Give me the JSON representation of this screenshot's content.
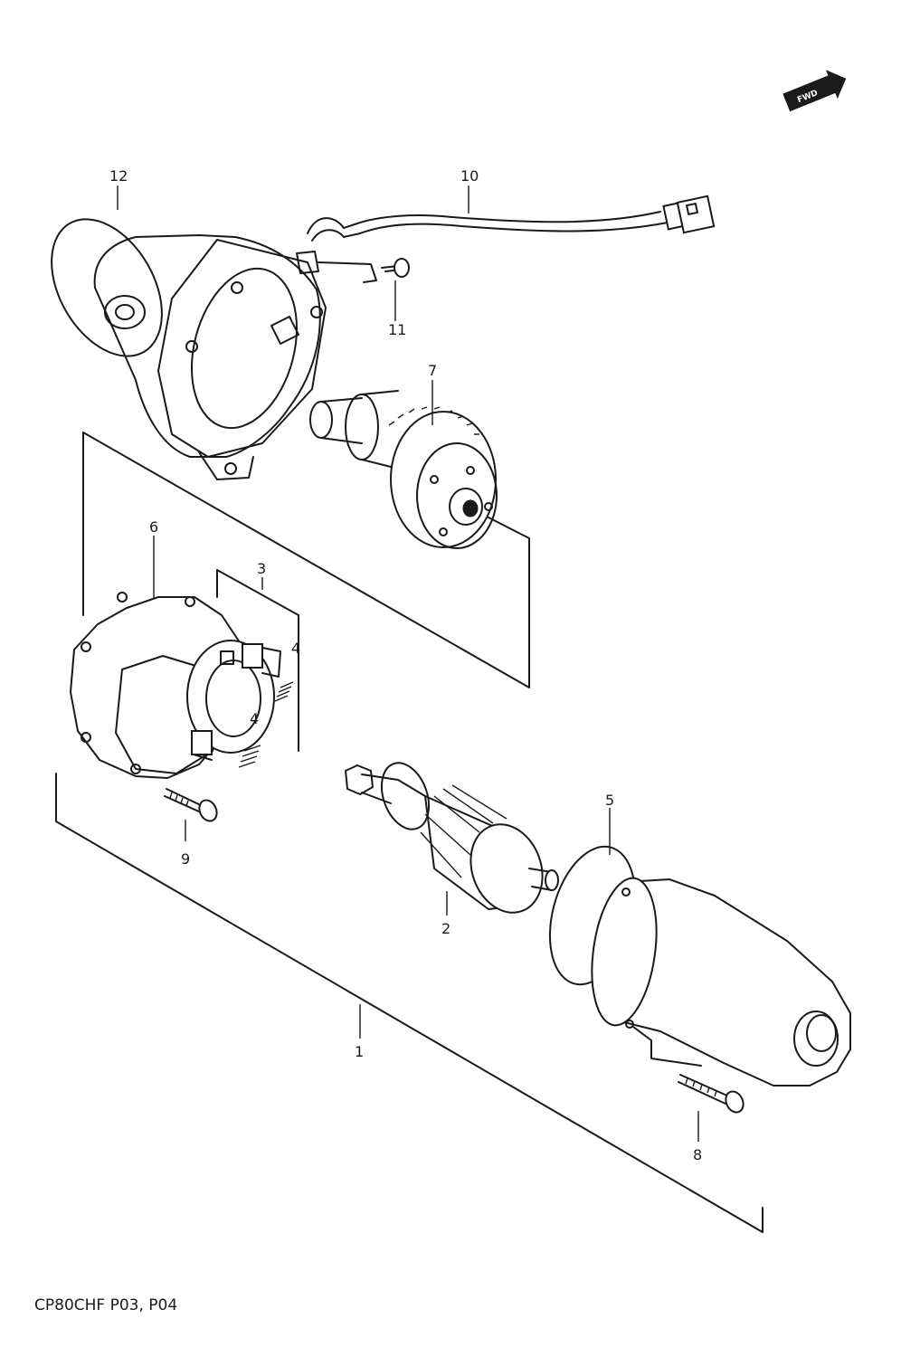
{
  "diagram": {
    "footer_code": "CP80CHF P03, P04",
    "direction_badge": "FWD",
    "callouts": [
      {
        "id": "c1",
        "label": "1"
      },
      {
        "id": "c2",
        "label": "2"
      },
      {
        "id": "c3",
        "label": "3"
      },
      {
        "id": "c4a",
        "label": "4"
      },
      {
        "id": "c4b",
        "label": "4"
      },
      {
        "id": "c5",
        "label": "5"
      },
      {
        "id": "c6",
        "label": "6"
      },
      {
        "id": "c7",
        "label": "7"
      },
      {
        "id": "c8",
        "label": "8"
      },
      {
        "id": "c9",
        "label": "9"
      },
      {
        "id": "c10",
        "label": "10"
      },
      {
        "id": "c11",
        "label": "11"
      },
      {
        "id": "c12",
        "label": "12"
      }
    ]
  }
}
